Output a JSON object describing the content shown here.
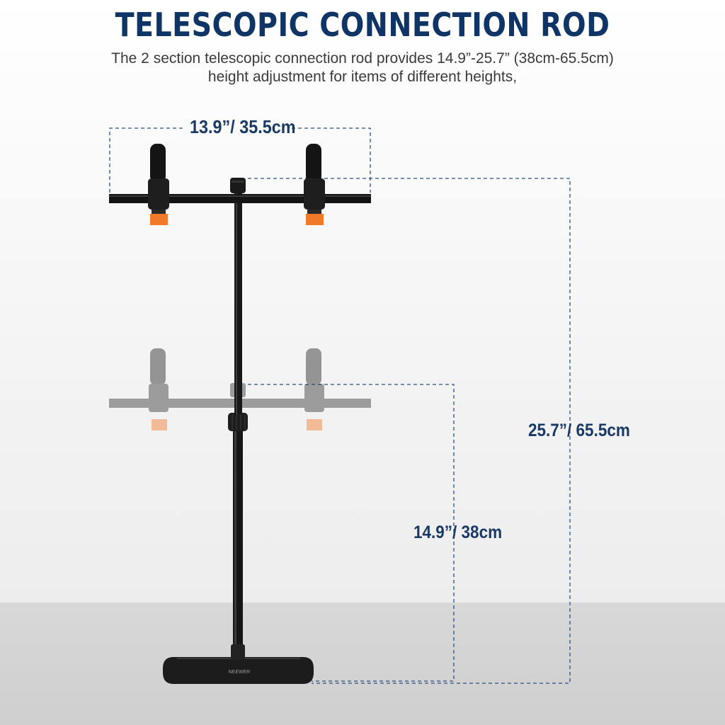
{
  "header": {
    "title": "TELESCOPIC CONNECTION ROD",
    "subtitle_line1": "The 2 section telescopic connection rod provides 14.9”-25.7” (38cm-65.5cm)",
    "subtitle_line2": "height adjustment for items of different heights,"
  },
  "dimensions": {
    "crossbar_width": "13.9”/ 35.5cm",
    "max_height": "25.7”/ 65.5cm",
    "min_height": "14.9”/ 38cm"
  },
  "colors": {
    "title": "#0f3466",
    "dimension_text": "#1a3a66",
    "dimension_line": "#2d4f7c",
    "clamp_tip": "#f07a2a"
  },
  "product": {
    "base_logo_text": "NEEWER"
  }
}
